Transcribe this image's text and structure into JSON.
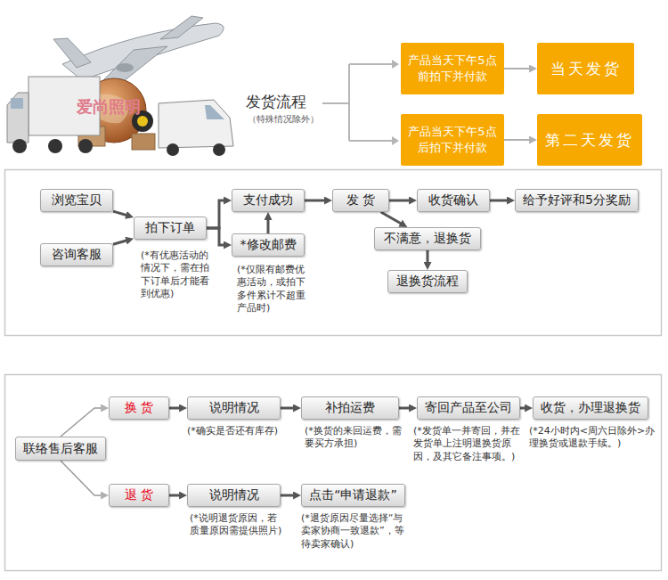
{
  "diagram": {
    "title": "发货流程",
    "nodes": [
      {
        "text": [
          "产品当天下午5点前拍下并付款"
        ]
      },
      {
        "text": [
          "当天发货"
        ]
      },
      {
        "text": [
          "产品当天下午5点后拍下并付款"
        ]
      },
      {
        "text": [
          "第二天发货"
        ]
      },
      {
        "text": [
          "浏览宝贝"
        ]
      },
      {
        "text": [
          "咨询客服"
        ]
      },
      {
        "text": [
          "拍下订单"
        ]
      },
      {
        "text": [
          "支付成功"
        ]
      },
      {
        "text": [
          "*修改邮费"
        ]
      },
      {
        "text": [
          "发 货"
        ]
      },
      {
        "text": [
          "收货确认"
        ]
      },
      {
        "text": [
          "给予好评和5分奖励"
        ]
      },
      {
        "text": [
          "不满意，退换货"
        ]
      },
      {
        "text": [
          "退换货流程"
        ]
      },
      {
        "text": [
          "联络售后客服"
        ]
      },
      {
        "text": [
          "换 货"
        ]
      },
      {
        "text": [
          "退 货"
        ]
      },
      {
        "text": [
          "说明情况"
        ]
      },
      {
        "text": [
          "补拍运费"
        ]
      },
      {
        "text": [
          "寄回产品至公司"
        ]
      },
      {
        "text": [
          "收货，办理退换货"
        ]
      },
      {
        "text": [
          "说明情况"
        ]
      },
      {
        "text": [
          "点击“申请退款”"
        ]
      }
    ],
    "edges": [
      {
        "from": 0,
        "to": 1,
        "arrow": "to"
      },
      {
        "from": 2,
        "to": 3,
        "arrow": "to"
      },
      {
        "from": 4,
        "to": 6,
        "arrow": "to"
      },
      {
        "from": 5,
        "to": 6,
        "arrow": "to"
      },
      {
        "from": 6,
        "to": 7,
        "arrow": "to"
      },
      {
        "from": 6,
        "to": 8,
        "arrow": "to"
      },
      {
        "from": 8,
        "to": 7,
        "arrow": "to"
      },
      {
        "from": 7,
        "to": 9,
        "arrow": "to"
      },
      {
        "from": 9,
        "to": 10,
        "arrow": "to"
      },
      {
        "from": 10,
        "to": 11,
        "arrow": "to"
      },
      {
        "from": 9,
        "to": 12,
        "arrow": "to"
      },
      {
        "from": 12,
        "to": 13,
        "arrow": "to"
      },
      {
        "from": 14,
        "to": 15,
        "arrow": "to"
      },
      {
        "from": 14,
        "to": 16,
        "arrow": "to"
      },
      {
        "from": 15,
        "to": 17,
        "arrow": "to"
      },
      {
        "from": 17,
        "to": 18,
        "arrow": "to"
      },
      {
        "from": 18,
        "to": 19,
        "arrow": "to"
      },
      {
        "from": 19,
        "to": 20,
        "arrow": "to"
      },
      {
        "from": 16,
        "to": 21,
        "arrow": "to"
      },
      {
        "from": 21,
        "to": 22,
        "arrow": "to"
      }
    ],
    "labels": [
      "爱尚照明",
      "（特殊情况除外）",
      "(*有优惠活动的情况下，需在拍下订单后才能看到优惠)",
      "(*仅限有邮费优惠活动，或拍下多件累计不超重产品时)",
      "(*确实是否还有库存)",
      "(*换货的来回运费，需要买方承担)",
      "(*发货单一并寄回，并在发货单上注明退换货原因，及其它备注事项。)",
      "(*24小时内<周六日除外>办理换货或退款手续。)",
      "(*说明退货原因，若质量原因需提供照片)",
      "(*退货原因尽量选择“与卖家协商一致退款”，等待卖家确认)"
    ]
  }
}
